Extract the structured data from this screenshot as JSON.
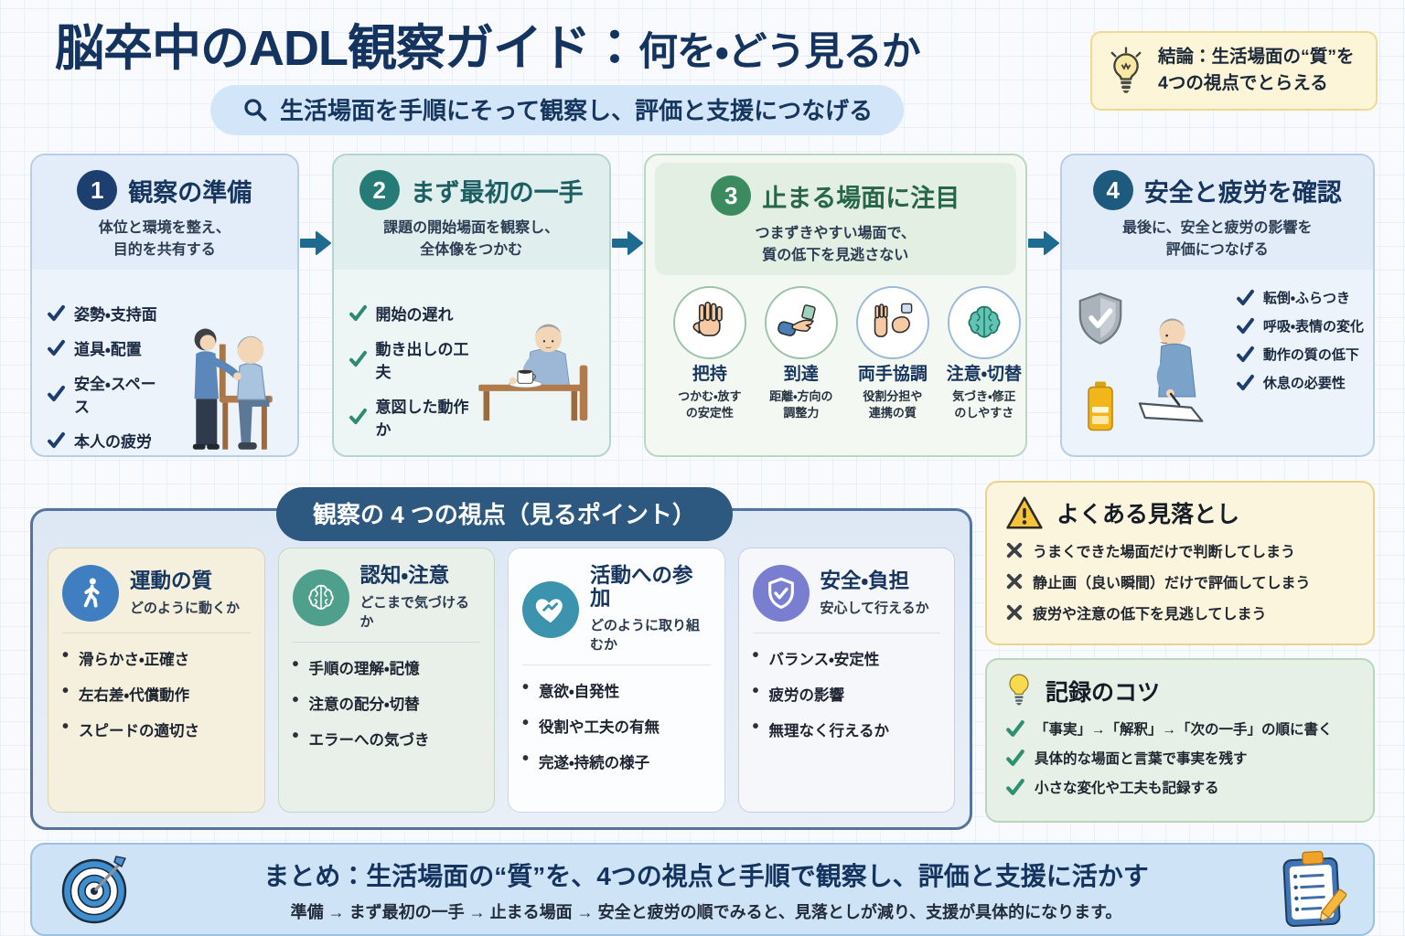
{
  "header": {
    "title_main": "脳卒中のADL観察ガイド：",
    "title_accent": "何を・どう見るか",
    "subtitle": "生活場面を手順にそって観察し、評価と支援につなげる",
    "conclusion": {
      "line1": "結論：生活場面の“質”を",
      "line2": "4つの視点でとらえる"
    }
  },
  "steps": [
    {
      "number": "1",
      "title": "観察の準備",
      "desc1": "体位と環境を整え、",
      "desc2": "目的を共有する",
      "items": [
        "姿勢・支持面",
        "道具・配置",
        "安全・スペース",
        "本人の疲労"
      ]
    },
    {
      "number": "2",
      "title": "まず最初の一手",
      "desc1": "課題の開始場面を観察し、",
      "desc2": "全体像をつかむ",
      "items": [
        "開始の遅れ",
        "動き出しの工夫",
        "意図した動作か"
      ]
    },
    {
      "number": "3",
      "title": "止まる場面に注目",
      "desc1": "つまずきやすい場面で、",
      "desc2": "質の低下を見逃さない",
      "focus_items": [
        {
          "label": "把持",
          "desc1": "つかむ・放す",
          "desc2": "の安定性"
        },
        {
          "label": "到達",
          "desc1": "距離・方向の",
          "desc2": "調整力"
        },
        {
          "label": "両手協調",
          "desc1": "役割分担や",
          "desc2": "連携の質"
        },
        {
          "label": "注意・切替",
          "desc1": "気づき・修正",
          "desc2": "のしやすさ"
        }
      ]
    },
    {
      "number": "4",
      "title": "安全と疲労を確認",
      "desc1": "最後に、安全と疲労の影響を",
      "desc2": "評価につなげる",
      "items": [
        "転倒・ふらつき",
        "呼吸・表情の変化",
        "動作の質の低下",
        "休息の必要性"
      ]
    }
  ],
  "viewpoints": {
    "header": "観察の 4 つの視点（見るポイント）",
    "cards": [
      {
        "title": "運動の質",
        "subtitle": "どのように動くか",
        "items": [
          "滑らかさ・正確さ",
          "左右差・代償動作",
          "スピードの適切さ"
        ]
      },
      {
        "title": "認知・注意",
        "subtitle": "どこまで気づけるか",
        "items": [
          "手順の理解・記憶",
          "注意の配分・切替",
          "エラーへの気づき"
        ]
      },
      {
        "title": "活動への参加",
        "subtitle": "どのように取り組むか",
        "items": [
          "意欲・自発性",
          "役割や工夫の有無",
          "完遂・持続の様子"
        ]
      },
      {
        "title": "安全・負担",
        "subtitle": "安心して行えるか",
        "items": [
          "バランス・安定性",
          "疲労の影響",
          "無理なく行えるか"
        ]
      }
    ]
  },
  "pitfalls": {
    "title": "よくある見落とし",
    "items": [
      "うまくできた場面だけで判断してしまう",
      "静止画（良い瞬間）だけで評価してしまう",
      "疲労や注意の低下を見逃してしまう"
    ]
  },
  "tips": {
    "title": "記録のコツ",
    "items": [
      "「事実」→「解釈」→「次の一手」の順に書く",
      "具体的な場面と言葉で事実を残す",
      "小さな変化や工夫も記録する"
    ]
  },
  "summary": {
    "title": "まとめ：生活場面の“質”を、4つの視点と手順で観察し、評価と支援に活かす",
    "subtitle": "準備 → まず最初の一手 → 止まる場面 → 安全と疲労の順でみると、見落としが減り、支援が具体的になります。"
  },
  "colors": {
    "navy": "#16355f",
    "step1_accent": "#1d3f6f",
    "step2_accent": "#267b77",
    "step3_accent": "#3c8a60",
    "step4_accent": "#1d5a7d",
    "arrow": "#1e6b92",
    "viewpoints_pill": "#2d5880",
    "motion_icon": "#3f7fc1",
    "cognition_icon": "#4f9f8d",
    "participation_icon": "#3b93ad",
    "safety_icon": "#7a7ed0",
    "warning_yellow": "#f4b63c",
    "tips_check_green": "#2e9070",
    "conclusion_bg": "#fdf5d8",
    "summary_bg": "#cfe3f6"
  },
  "icons": [
    "search-icon",
    "lightbulb-icon",
    "check-icon",
    "cross-icon",
    "warning-icon",
    "hand-grip-icon",
    "reach-icon",
    "both-hands-icon",
    "brain-icon",
    "walking-person-icon",
    "handshake-heart-icon",
    "shield-check-icon",
    "battery-icon",
    "target-icon",
    "clipboard-icon",
    "arrow-right-icon"
  ]
}
